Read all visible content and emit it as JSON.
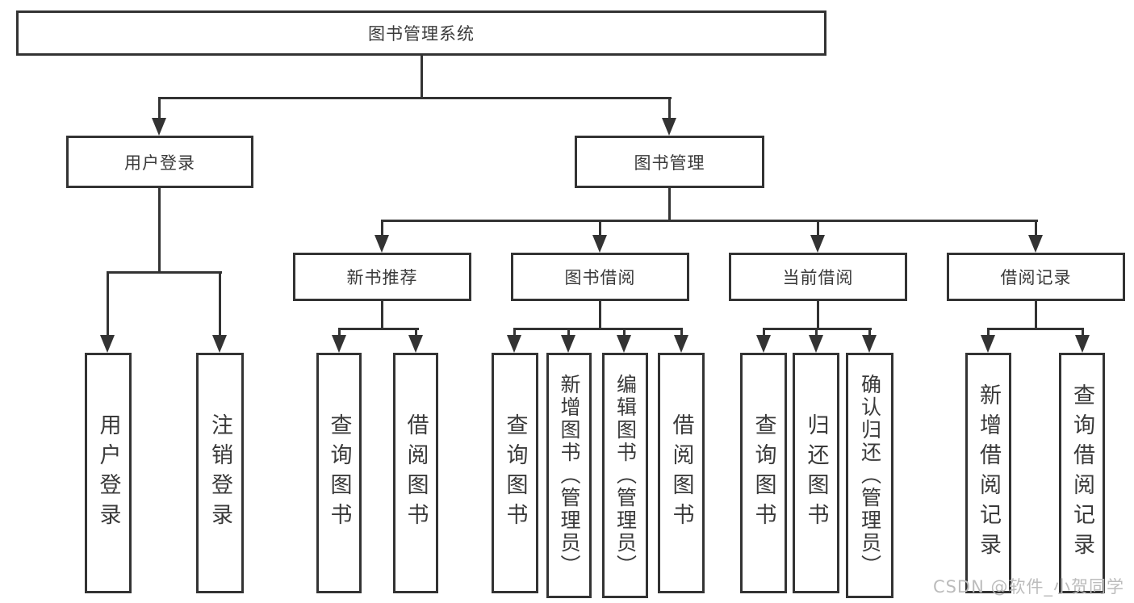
{
  "diagram": {
    "root": {
      "label": "图书管理系统"
    },
    "level2": [
      {
        "label": "用户登录"
      },
      {
        "label": "图书管理"
      }
    ],
    "level3": [
      {
        "label": "新书推荐"
      },
      {
        "label": "图书借阅"
      },
      {
        "label": "当前借阅"
      },
      {
        "label": "借阅记录"
      }
    ],
    "leaves": {
      "user_login_children": [
        {
          "label": "用户登录"
        },
        {
          "label": "注销登录"
        }
      ],
      "new_book_children": [
        {
          "label": "查询图书"
        },
        {
          "label": "借阅图书"
        }
      ],
      "book_borrow_children": [
        {
          "label": "查询图书"
        },
        {
          "label": "新增图书（管理员）"
        },
        {
          "label": "编辑图书（管理员）"
        },
        {
          "label": "借阅图书"
        }
      ],
      "current_borrow_children": [
        {
          "label": "查询图书"
        },
        {
          "label": "归还图书"
        },
        {
          "label": "确认归还（管理员）"
        }
      ],
      "borrow_record_children": [
        {
          "label": "新增借阅记录"
        },
        {
          "label": "查询借阅记录"
        }
      ]
    },
    "watermark": "CSDN @软件_小贺同学",
    "colors": {
      "line": "#333333",
      "text": "#3a3a3a",
      "watermark": "#bcbcbc",
      "background": "#ffffff"
    }
  }
}
